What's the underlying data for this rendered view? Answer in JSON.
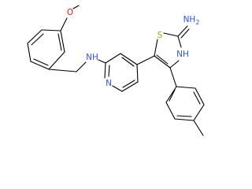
{
  "atom_labels": {
    "methoxy_o": "O",
    "amine_nh": "NH",
    "pyridine_n": "N",
    "thiazole_s": "S",
    "thiazole_nh": "NH",
    "amino_nh2": "NH",
    "amino_h_sub": "2"
  },
  "colors": {
    "bond": "#000000",
    "oxygen": "#ff0d0d",
    "nitrogen": "#3050f8",
    "sulfur": "#b8a000"
  }
}
